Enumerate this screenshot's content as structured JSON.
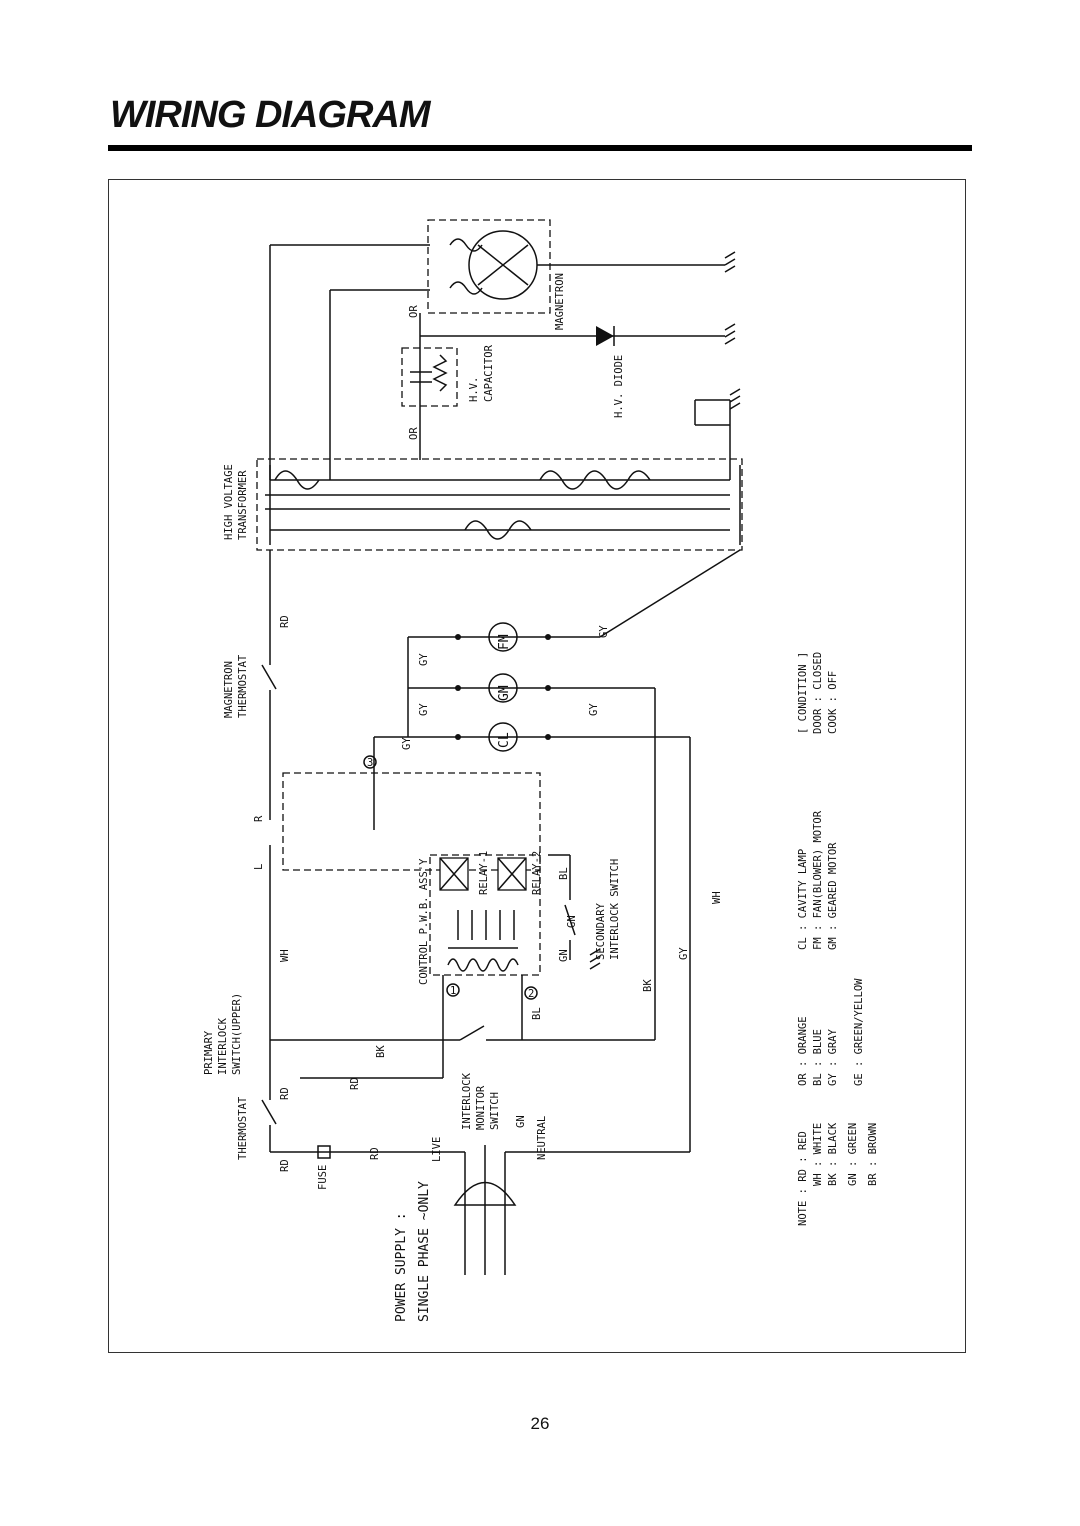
{
  "page": {
    "title": "WIRING DIAGRAM",
    "number": "26"
  },
  "components": {
    "magnetron": "MAGNETRON",
    "hv_capacitor_1": "H.V.",
    "hv_capacitor_2": "CAPACITOR",
    "hv_diode": "H.V. DIODE",
    "hv_transformer_1": "HIGH VOLTAGE",
    "hv_transformer_2": "TRANSFORMER",
    "magnetron_thermostat_1": "MAGNETRON",
    "magnetron_thermostat_2": "THERMOSTAT",
    "primary_switch_1": "PRIMARY",
    "primary_switch_2": "INTERLOCK",
    "primary_switch_3": "SWITCH(UPPER)",
    "thermostat": "THERMOSTAT",
    "fuse": "FUSE",
    "power_supply_1": "POWER SUPPLY :",
    "power_supply_2": "SINGLE PHASE ~ONLY",
    "control_pwb": "CONTROL P.W.B. ASS'Y",
    "relay_1": "RELAY-1",
    "relay_2": "RELAY-2",
    "secondary_switch_1": "SECONDARY",
    "secondary_switch_2": "INTERLOCK SWITCH",
    "monitor_switch_1": "INTERLOCK",
    "monitor_switch_2": "MONITOR",
    "monitor_switch_3": "SWITCH",
    "fm": "FM",
    "gm": "GM",
    "cl": "CL",
    "live": "LIVE",
    "neutral": "NEUTRAL",
    "terminal_l": "L",
    "terminal_r": "R",
    "node_1": "1",
    "node_2": "2",
    "node_3": "3"
  },
  "wire_labels": {
    "or": "OR",
    "rd": "RD",
    "wh": "WH",
    "bk": "BK",
    "gy": "GY",
    "gn": "GN",
    "bl": "BL",
    "r": "R"
  },
  "condition": {
    "heading": "[ CONDITION ]",
    "lines": [
      "DOOR : CLOSED",
      "COOK : OFF"
    ]
  },
  "legend": {
    "components": [
      "CL : CAVITY LAMP",
      "FM : FAN(BLOWER) MOTOR",
      "GM : GEARED MOTOR"
    ],
    "colors_1": [
      "OR : ORANGE",
      "BL : BLUE",
      "GY : GRAY",
      "GE : GREEN/YELLOW"
    ],
    "colors_2": [
      "NOTE : RD : RED",
      "WH : WHITE",
      "BK : BLACK",
      "GN : GREEN",
      "BR : BROWN"
    ]
  }
}
